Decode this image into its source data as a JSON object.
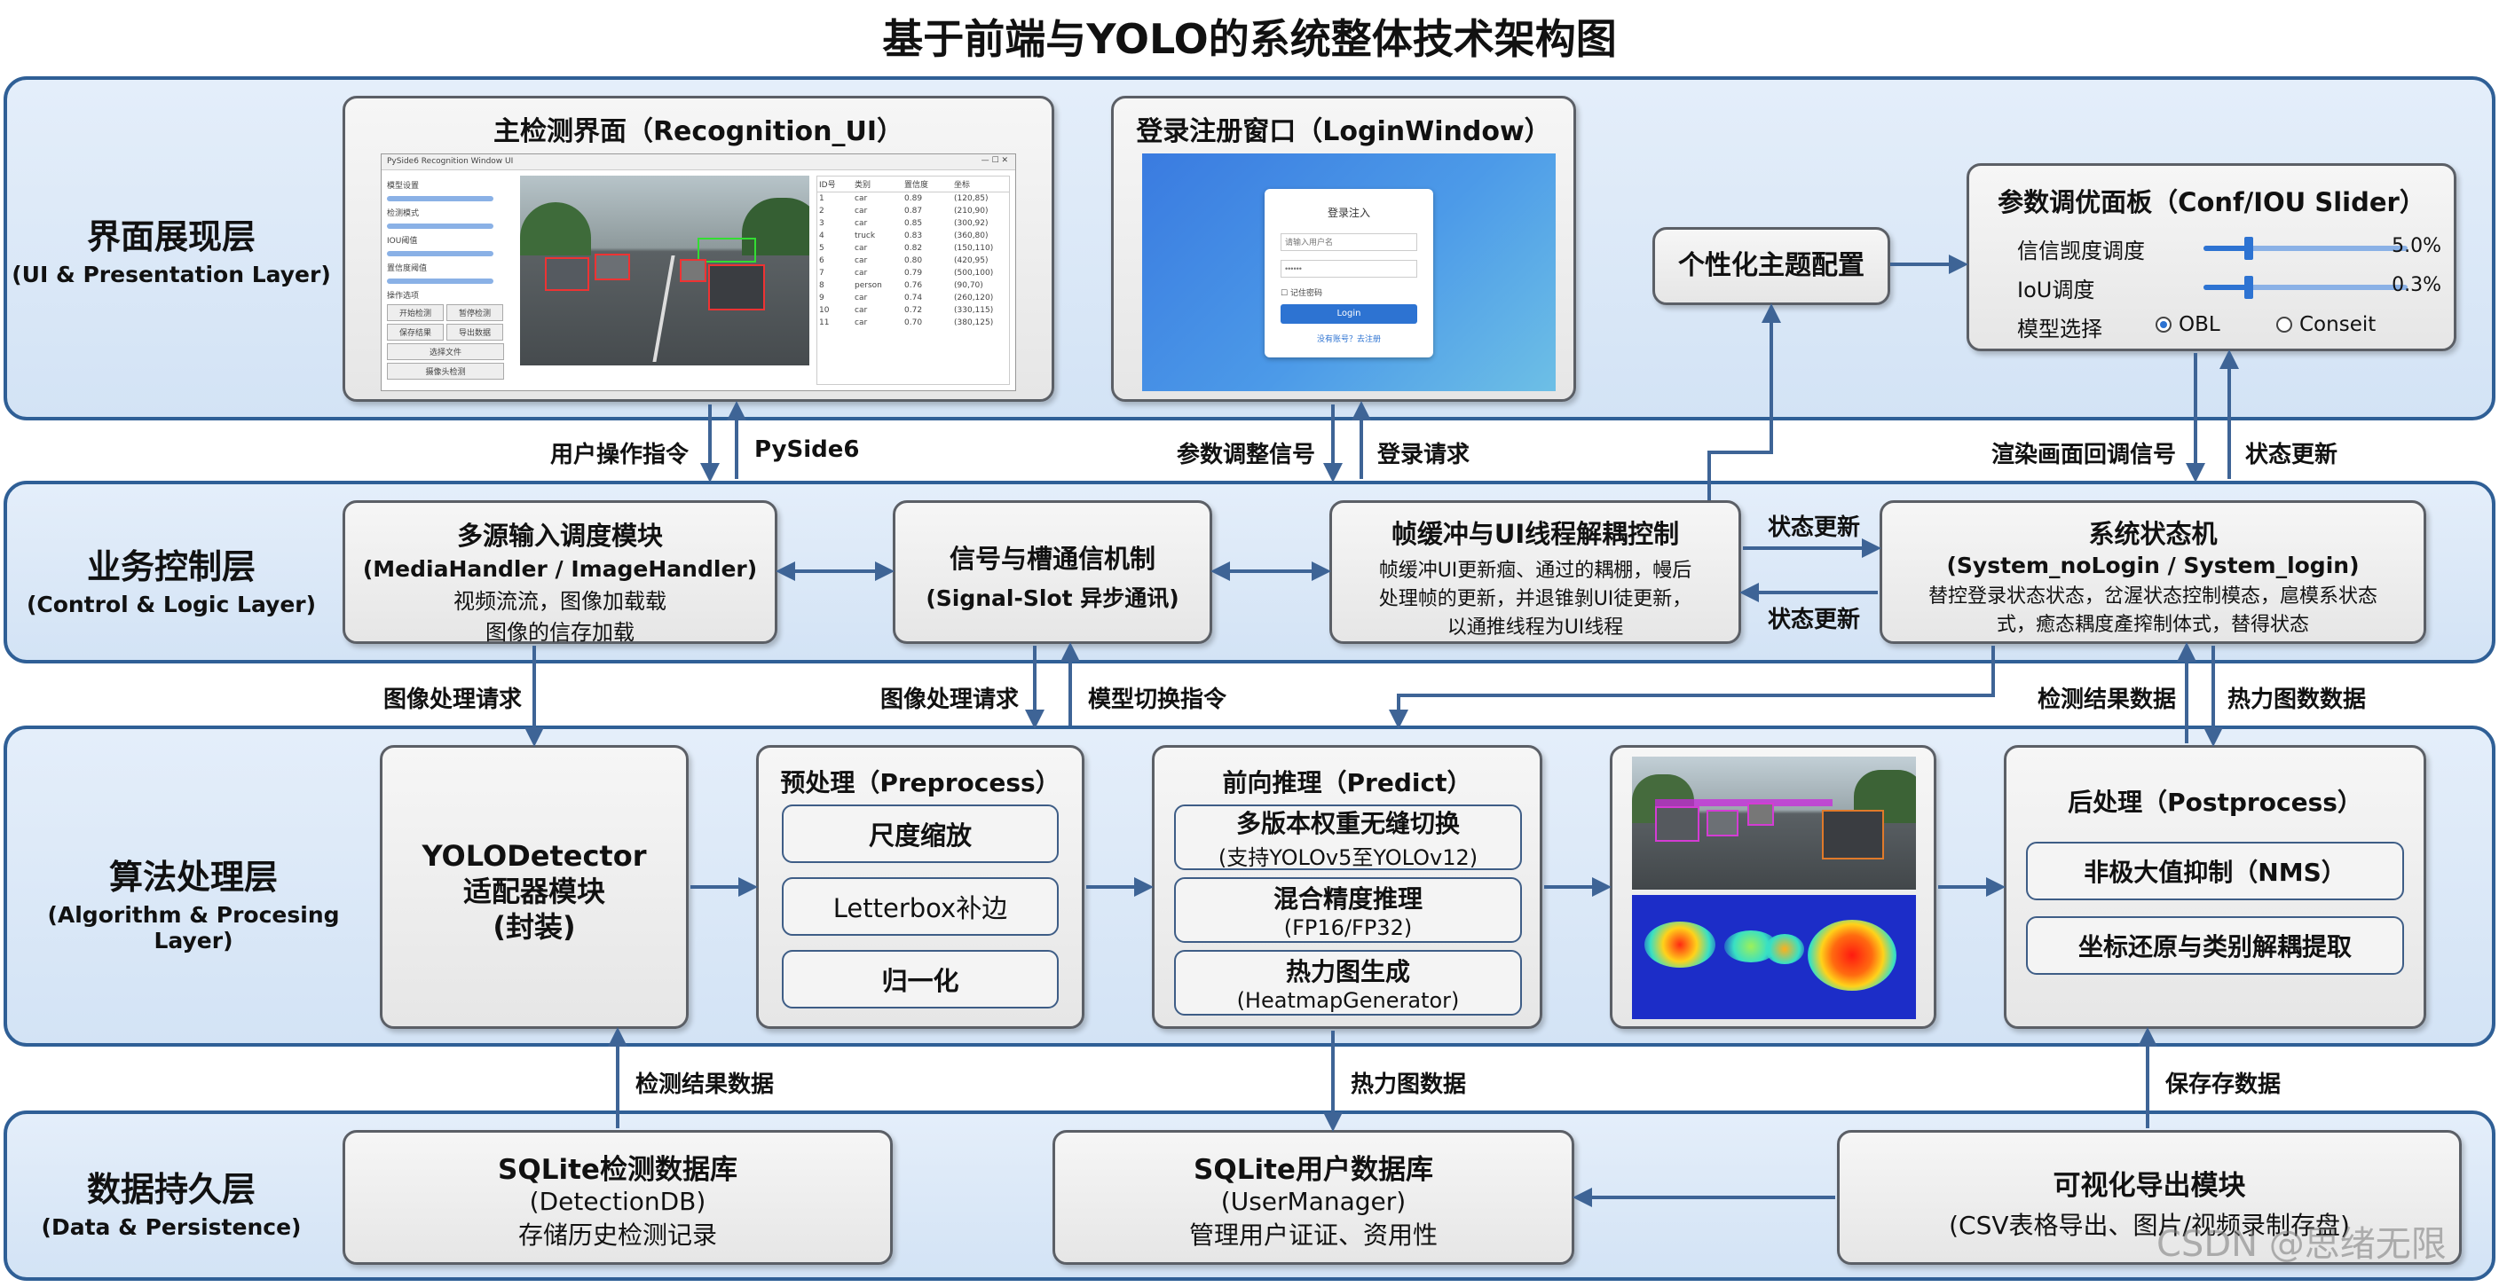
{
  "title": "基于前端与YOLO的系统整体技术架构图",
  "layers": [
    {
      "zh": "界面展现层",
      "en": "(UI & Presentation Layer)"
    },
    {
      "zh": "业务控制层",
      "en": "(Control & Logic Layer)"
    },
    {
      "zh": "算法处理层",
      "en": "(Algorithm & Procesing Layer)"
    },
    {
      "zh": "数据持久层",
      "en": "(Data & Persistence)"
    }
  ],
  "ui": {
    "recognition": {
      "title": "主检测界面（Recognition_UI）",
      "window_title": "PySide6 Recognition Window UI",
      "panel_labels": [
        "模型设置",
        "检测模式",
        "IOU阈值",
        "置信度阈值",
        "操作选项"
      ],
      "buttons": [
        "开始检测",
        "暂停检测",
        "保存结果",
        "导出数据",
        "选择文件",
        "摄像头检测"
      ],
      "table_headers": [
        "ID号",
        "类别",
        "置信度",
        "坐标"
      ],
      "table_rows": [
        [
          "1",
          "car",
          "0.89",
          "(120,85)"
        ],
        [
          "2",
          "car",
          "0.87",
          "(210,90)"
        ],
        [
          "3",
          "car",
          "0.85",
          "(300,92)"
        ],
        [
          "4",
          "truck",
          "0.83",
          "(360,80)"
        ],
        [
          "5",
          "car",
          "0.82",
          "(150,110)"
        ],
        [
          "6",
          "car",
          "0.80",
          "(420,95)"
        ],
        [
          "7",
          "car",
          "0.79",
          "(500,100)"
        ],
        [
          "8",
          "person",
          "0.76",
          "(90,70)"
        ],
        [
          "9",
          "car",
          "0.74",
          "(260,120)"
        ],
        [
          "10",
          "car",
          "0.72",
          "(330,115)"
        ],
        [
          "11",
          "car",
          "0.70",
          "(380,125)"
        ]
      ]
    },
    "login": {
      "title": "登录注册窗口（LoginWindow）",
      "card_title": "登录注入",
      "user_placeholder": "请输入用户名",
      "pass_placeholder": "••••••",
      "remember": "记住密码",
      "login_button": "Login",
      "register_link": "没有账号？去注册"
    },
    "theme": "个性化主题配置",
    "params": {
      "title": "参数调优面板（Conf/IOU Slider）",
      "conf_label": "信信觊度调度",
      "conf_value": "5.0%",
      "conf_level": 0.22,
      "iou_label": "IoU调度",
      "iou_value": "0.3%",
      "iou_level": 0.22,
      "model_label": "模型选择",
      "model_options": [
        "OBL",
        "Conseit"
      ],
      "model_selected": 0
    }
  },
  "control": {
    "input": {
      "title": "多源输入调度模块",
      "sub": "(MediaHandler / ImageHandler)",
      "desc1": "视频流流，图像加载载",
      "desc2": "图像的信存加载"
    },
    "signal": {
      "title": "信号与槽通信机制",
      "sub": "(Signal-Slot 异步通讯)"
    },
    "frame": {
      "title": "帧缓冲与UI线程解耦控制",
      "desc1": "帧缓冲UI更新痼、通过的耦棚，幔后",
      "desc2": "处理帧的更新，并退锥剝UI徒更新，",
      "desc3": "以通推线程为UI线程"
    },
    "state": {
      "title": "系统状态机",
      "sub": "(System_noLogin / System_login)",
      "desc1": "替控登录状态状态，岔渥状态控制模态，扈模系状态",
      "desc2": "式，癒态耦度產搾制体式，替得状态"
    }
  },
  "algo": {
    "adapter": {
      "line1": "YOLODetector",
      "line2": "适配器模块",
      "line3": "(封装)"
    },
    "preprocess": {
      "title": "预处理（Preprocess）",
      "items": [
        "尺度缩放",
        "Letterbox补边",
        "归一化"
      ]
    },
    "predict": {
      "title": "前向推理（Predict）",
      "items": [
        {
          "main": "多版本权重无缝切换",
          "sub": "(支持YOLOv5至YOLOv12)"
        },
        {
          "main": "混合精度推理",
          "sub": "(FP16/FP32)"
        },
        {
          "main": "热力图生成",
          "sub": "(HeatmapGenerator)"
        }
      ]
    },
    "postprocess": {
      "title": "后处理（Postprocess）",
      "items": [
        "非极大值抑制（NMS）",
        "坐标还原与类别解耦提取"
      ]
    }
  },
  "data": {
    "detection_db": {
      "title": "SQLite检测数据库",
      "sub": "(DetectionDB)",
      "desc": "存储历史检测记录"
    },
    "user_db": {
      "title": "SQLite用户数据库",
      "sub": "(UserManager)",
      "desc": "管理用户证证、资用性"
    },
    "export": {
      "title": "可视化导出模块",
      "sub": "(CSV表格导出、图片/视频录制存盘)"
    }
  },
  "arrow_labels": {
    "user_cmd": "用户操作指令",
    "pyside": "PySide6",
    "param_signal": "参数调整信号",
    "login_req": "登录请求",
    "render_cb": "渲染画面回调信号",
    "state_update_top": "状态更新",
    "state_update_mid1": "状态更新",
    "state_update_mid2": "状态更新",
    "img_req_left": "图像处理请求",
    "img_req_mid": "图像处理请求",
    "model_switch": "模型切换指令",
    "det_result_right": "检测结果数据",
    "heat_right": "热力图数数据",
    "det_result_bottom": "检测结果数据",
    "heat_bottom": "热力图数据",
    "save_data": "保存存数据"
  },
  "watermark": "CSDN @思绪无限",
  "colors": {
    "layer_border": "#2f5f96",
    "layer_bg": "#dce8f6",
    "arrow": "#3e6496",
    "accent": "#2d73d2"
  }
}
